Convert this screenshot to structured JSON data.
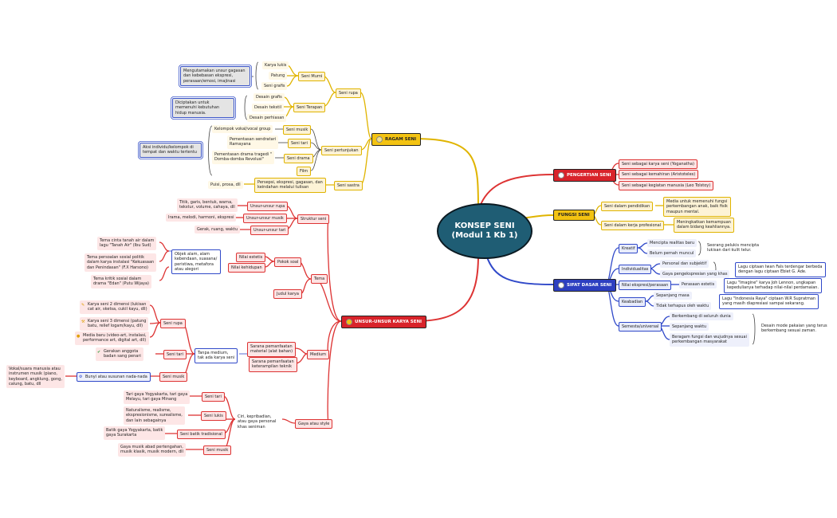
{
  "center": {
    "line1": "KONSEP SENI",
    "line2": "(Modul 1 Kb 1)"
  },
  "ragam": {
    "hub": "RAGAM SENI",
    "seni_rupa": "Seni rupa",
    "seni_murni": "Seni Murni",
    "karya_lukis": "Karya lukis",
    "patung": "Patung",
    "seni_grafis": "Seni grafis",
    "murni_note": "Mengutamakan unsur gagasan\ndan kebebasan ekspresi,\nperasaan/emosi, imajinasi",
    "seni_terapan": "Seni Terapan",
    "desain_grafis": "Desain grafis",
    "desain_tekstil": "Desain tekstil",
    "desain_perhiasan": "Desain perhiasan",
    "terapan_note": "Diciptakan untuk\nmemenuhi kebutuhan\nhidup manusia.",
    "seni_pertunjukan": "Seni pertunjukan",
    "seni_musik": "Seni musik",
    "kelompok_vokal": "Kelompok vokal/vocal group",
    "seni_tari": "Seni tari",
    "pementasan_ramayana": "Pementasan sendratari\nRamayana",
    "seni_drama": "Seni drama",
    "pementasan_drama": "Pementasan drama tragedi \"\nDomba-domba Revolusi\"",
    "film": "Film",
    "pertunjukan_note": "Aksi individu/kelompok di\ntempat dan waktu tertentu",
    "seni_sastra": "Seni sastra",
    "persepsi": "Persepsi, ekspresi, gagasan, dan\nkeindahan melalui tulisan",
    "puisi": "Puisi, prosa, dll"
  },
  "pengertian": {
    "hub": "PENGERTIAN SENI",
    "i1": "Seni sebagai karya seni (Yoganatha)",
    "i2": "Seni sebagai kemahiran (Aristoteles)",
    "i3": "Seni sebagai kegiatan manusia (Leo Tolstoy)"
  },
  "fungsi": {
    "hub": "FUNGSI  SENI",
    "pendidikan": "Seni dalam pendidikan",
    "pendidikan_d": "Media untuk memenuhi fungsi\nperkembangan anak, baik fisik\nmaupun mental.",
    "profesional": "Seni dalam kerja profesional",
    "profesional_d": "Meningkatkan kemampuan\ndalam bidang keahliannya."
  },
  "sifat": {
    "hub": "SIFAT DASAR SENI",
    "kreatif": "Kreatif",
    "mencipta": "Mencipta realitas baru",
    "belum": "Belum pernah muncul",
    "kreatif_note": "Seorang pelukis mencipta\nlukisan dari kulit telur.",
    "individualitas": "Individualitas",
    "personal": "Personal dan subjektif",
    "gaya": "Gaya pengekspresian yang khas",
    "ind_note": "Lagu ciptaan Iwan Fals terdengar berbeda\ndengan lagu ciptaan Ebiet G. Ade.",
    "nilai": "Nilai ekspresi/perasaan",
    "perasaan": "Perasaan estetis",
    "nilai_note": "Lagu \"Imagine\" karya Joh Lennon, ungkapan\nkepedulianya terhadap nilai-nilai perdamaian.",
    "keabadian": "Keabadian",
    "sepanjang_masa": "Sepanjang masa",
    "tidak_terhapus": "Tidak terhapus oleh waktu",
    "abadi_note": "Lagu \"Indonesia Raya\" ciptaan W.R Supratman\nyang masih diapresiasi sampai sekarang.",
    "semesta": "Semesta/universal",
    "berkembang": "Berkembang di seluruh dunia",
    "sepanjang_waktu": "Sepanjang waktu",
    "beragam": "Beragam fungsi dan wujudnya sesuai\nperkembangan masyarakat",
    "semesta_note": "Desain mode pakaian yang terus\nberkembang sesuai zaman."
  },
  "unsur": {
    "hub": "UNSUR-UNSUR KARYA SENI",
    "struktur": "Struktur seni",
    "unsur_rupa": "Unsur-unsur rupa",
    "titik": "Titik, garis, bentuk, warna,\ntekstur, volume, cahaya, dll",
    "unsur_musik": "Unsur-unsur musik",
    "irama": "Irama, melodi, harmoni, ekspresi",
    "unsur_tari": "Unsur-unsur tari",
    "gerak": "Gerak, ruang, waktu",
    "tema": "Tema",
    "pokok_soal": "Pokok soal",
    "nilai_estetis": "Nilai estetis",
    "nilai_kehidupan": "Nilai kehidupan",
    "objek": "Objek alam, alam\nkebendaan, suasana/\nperistiwa, metafora\natau alegori",
    "tema_cinta": "Tema cinta tanah air dalam\nlagu \"Tanah Air\" (Ibu Sud)",
    "tema_persoalan": "Tema persoalan sosial politik\ndalam karya instalasi \"Kekuasaan\ndan Penindasan\" (F.X Harsono)",
    "tema_kritik": "Tema kritik sosial dalam\ndrama \"Edan\" (Putu Wijaya)",
    "judul": "Judul karya",
    "medium": "Medium",
    "sarana_material": "Sarana pemanfaatan\nmaterial (alat bahan)",
    "sarana_teknik": "Sarana pemanfaatan\nketerampilan teknik",
    "tanpa_medium": "Tanpa medium,\ntak ada karya seni",
    "m_rupa": "Seni rupa",
    "karya2d": "Karya seni 2 dimensi (lukisan\ncat air, sketsa, cukil kayu, dll)",
    "karya3d": "Karya seni 3 dimensi (patung\nbatu, relief logam/kayu, dll)",
    "media_baru": "Media baru (video-art, instalasi,\nperformance art, digital art, dll)",
    "m_tari": "Seni tari",
    "gerakan": "Gerakan anggota\nbadan sang penari",
    "m_musik": "Seni musik",
    "bunyi": "Bunyi atau susunan nada-nada",
    "vokal": "Vokal/suara manusia atau\ninstrumen musik (piano,\nkeyboard, angklung, gong,\ncalung, batu, dll",
    "gaya": "Gaya atau style",
    "ciri": "Ciri, kepribadian,\natau gaya personal\nkhas seniman",
    "g_tari": "Seni tari",
    "g_tari_d": "Tari gaya Yogyakarta, tari gaya\nMelayu, tari gaya Minang",
    "g_lukis": "Seni lukis",
    "g_lukis_d": "Naturalisme, realisme,\nekspresionisme, surealisme,\ndan lain sebagainya",
    "g_batik": "Seni batik tradisional",
    "g_batik_d": "Batik gaya Yogyakarta, batik\ngaya Surakarta",
    "g_musik": "Seni musik",
    "g_musik_d": "Gaya musik abad pertengahan,\nmusik klasik, musik modern, dll"
  },
  "colors": {
    "yellow": "#e0b400",
    "red": "#d33",
    "blue": "#3049c9",
    "center": "#1f5d74"
  }
}
